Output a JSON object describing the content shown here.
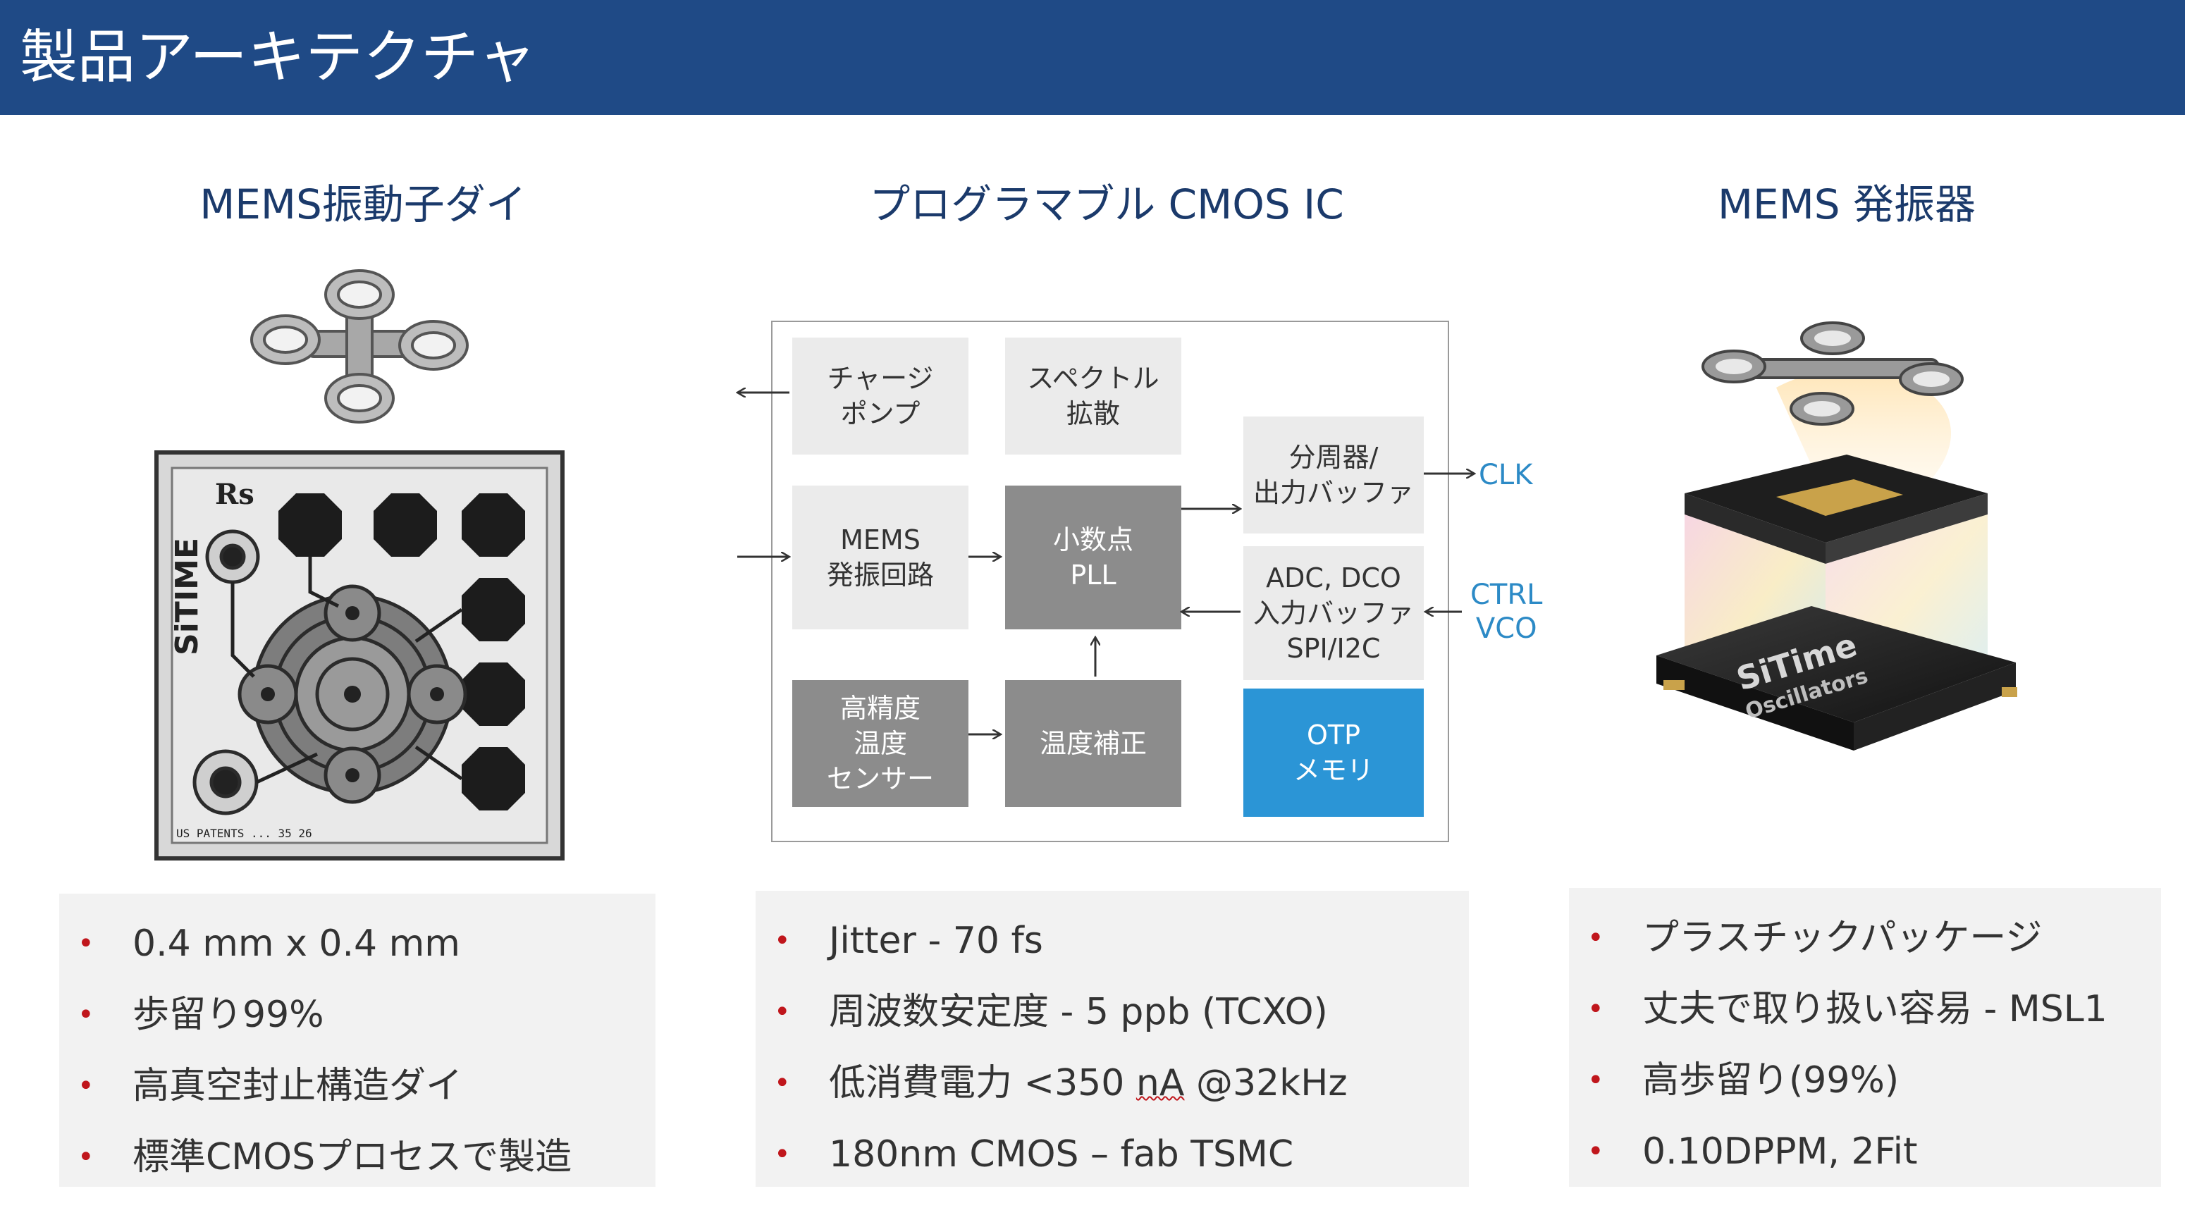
{
  "header": {
    "title": "製品アーキテクチャ"
  },
  "columns": [
    {
      "title": "MEMS振動子ダイ",
      "bullets": [
        "0.4 mm x 0.4 mm",
        "歩留り99%",
        "高真空封止構造ダイ",
        "標準CMOSプロセスで製造"
      ]
    },
    {
      "title": "プログラマブル CMOS IC",
      "bullets": [
        "Jitter - 70 fs",
        "周波数安定度 - 5 ppb (TCXO)",
        "180nm CMOS – fab TSMC"
      ],
      "bullet_power": {
        "prefix": "低消費電力 <350 ",
        "underlined": "nA",
        "suffix": " @32kHz"
      }
    },
    {
      "title": "MEMS 発振器",
      "bullets": [
        "プラスチックパッケージ",
        "丈夫で取り扱い容易 - MSL1",
        "高歩留り(99%)",
        "0.10DPPM, 2Fit"
      ]
    }
  ],
  "diagram": {
    "blocks": {
      "charge_pump": "チャージ\nポンプ",
      "spread_spectrum": "スペクトル\n拡散",
      "mems_osc": "MEMS\n発振回路",
      "frac_pll": "小数点\nPLL",
      "divider": "分周器/\n出力バッファ",
      "adc": "ADC, DCO\n入力バッファ\nSPI/I2C",
      "temp_sensor": "高精度\n温度\nセンサー",
      "temp_comp": "温度補正",
      "otp": "OTP\nメモリ"
    },
    "outputs": {
      "clk": "CLK",
      "ctrl": "CTRL\nVCO"
    }
  },
  "die_image": {
    "brand": "SiTIME",
    "mark": "Rs",
    "footer": "US PATENTS ... 35 26"
  },
  "package_image": {
    "brand": "SiTime",
    "subtitle": "Oscillators"
  },
  "colors": {
    "header": "#1f4a86",
    "bullet": "#c0161c",
    "otp": "#2b95d6",
    "label": "#2c8ac6"
  }
}
